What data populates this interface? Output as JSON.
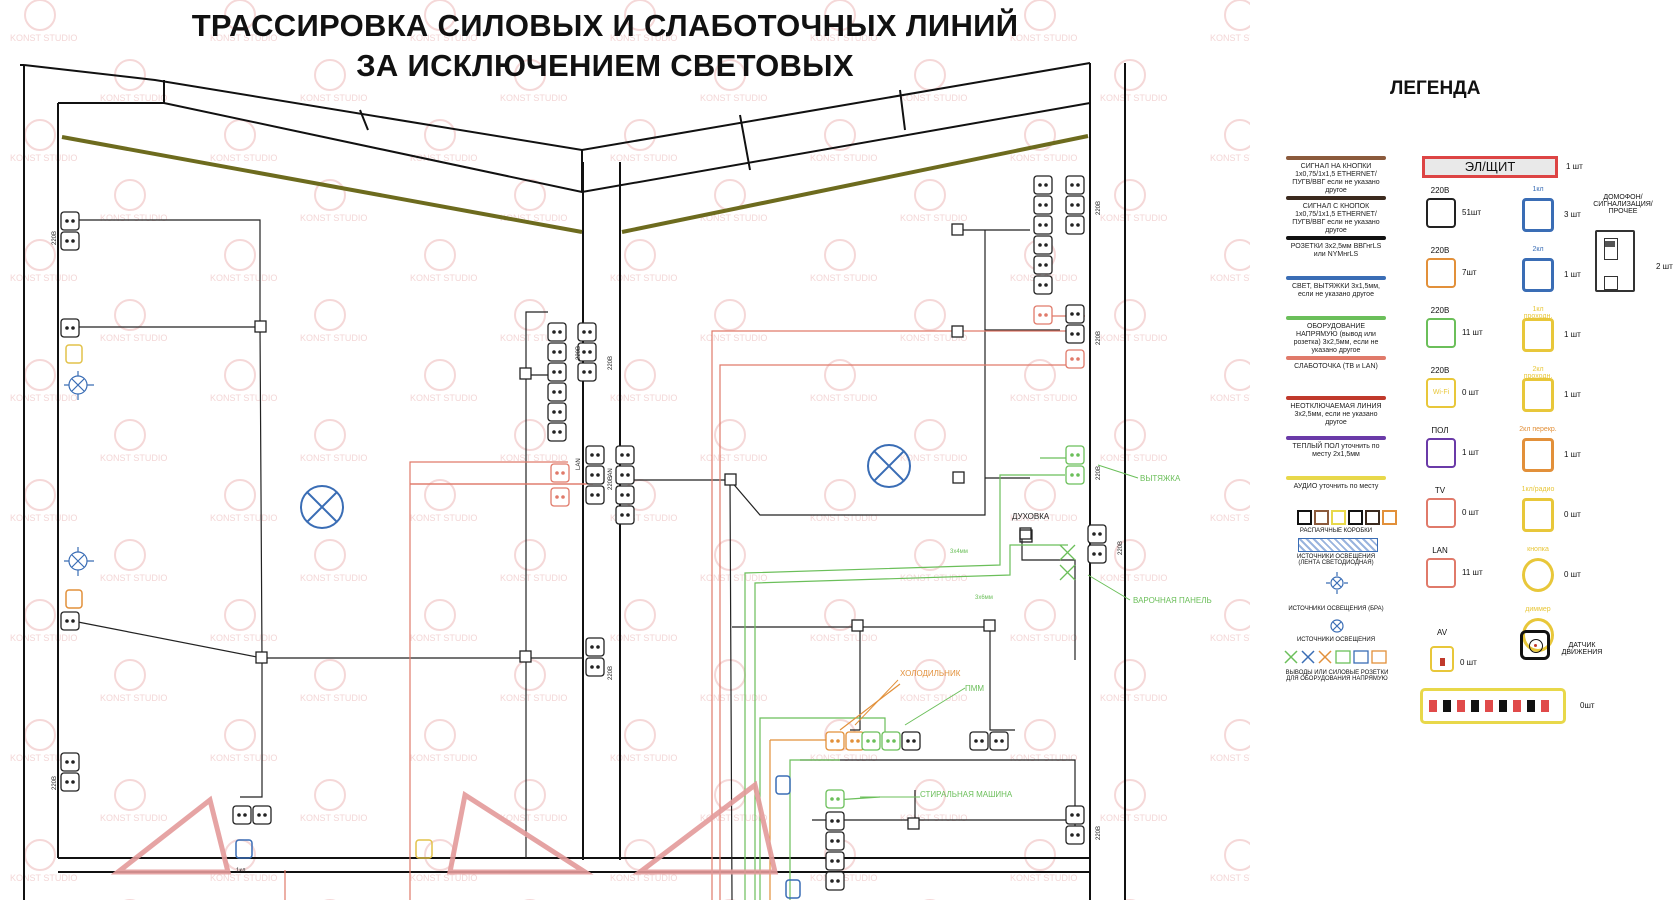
{
  "title": {
    "line1": "ТРАССИРОВКА СИЛОВЫХ И СЛАБОТОЧНЫХ ЛИНИЙ",
    "line2": "ЗА ИСКЛЮЧЕНИЕМ СВЕТОВЫХ"
  },
  "watermark": "KONST STUDIO",
  "colors": {
    "signal_buttons": "#8b5a3c",
    "signal_from_buttons": "#3b2a1e",
    "sockets": "#111111",
    "light": "#3a6db5",
    "equipment": "#6bbf5a",
    "low_current": "#e07a6a",
    "uninterruptible": "#c0392b",
    "floor_heating": "#6a3aa8",
    "audio": "#e8d84a",
    "door": "#e39a9a",
    "olive": "#6d6b1e"
  },
  "plan": {
    "labels": {
      "s220": "220В",
      "lan": "LAN",
      "tv": "TV",
      "hood": "ВЫТЯЖКА",
      "oven": "ДУХОВКА",
      "hob": "ВАРОЧНАЯ ПАНЕЛЬ",
      "fridge": "ХОЛОДИЛЬНИК",
      "dishwasher": "ПММ",
      "washer": "СТИРАЛЬНАЯ МАШИНА",
      "cable1": "3х4мм",
      "cable2": "3х6мм",
      "k1": "1кл"
    }
  },
  "legend": {
    "title": "ЛЕГЕНДА",
    "lines": [
      {
        "color": "#8b5a3c",
        "label": "СИГНАЛ НА КНОПКИ 1х0,75/1х1,5 ETHERNET/ПУГВ/ВВГ если не указано другое"
      },
      {
        "color": "#3b2a1e",
        "label": "СИГНАЛ С КНОПОК 1х0,75/1х1,5 ETHERNET/ПУГВ/ВВГ если не указано другое"
      },
      {
        "color": "#111111",
        "label": "РОЗЕТКИ 3х2,5мм ВВГнгLS или NYMнгLS"
      },
      {
        "color": "#3a6db5",
        "label": "СВЕТ, ВЫТЯЖКИ 3х1,5мм, если не указано другое"
      },
      {
        "color": "#6bbf5a",
        "label": "ОБОРУДОВАНИЕ НАПРЯМУЮ (вывод или розетка) 3х2,5мм, если не указано другое"
      },
      {
        "color": "#e07a6a",
        "label": "СЛАБОТОЧКА (ТВ и LAN)"
      },
      {
        "color": "#c0392b",
        "label": "НЕОТКЛЮЧАЕМАЯ ЛИНИЯ 3х2,5мм, если не указано другое"
      },
      {
        "color": "#6a3aa8",
        "label": "ТЕПЛЫЙ ПОЛ уточнить по месту 2х1,5мм"
      },
      {
        "color": "#e8d84a",
        "label": "АУДИО уточнить по месту"
      }
    ],
    "boxes_label": "РАСПАЯЧНЫЕ КОРОБКИ",
    "strip_label": "ИСТОЧНИКИ ОСВЕЩЕНИЯ (ЛЕНТА СВЕТОДИОДНАЯ)",
    "bra_label": "ИСТОЧНИКИ ОСВЕЩЕНИЯ (БРА)",
    "lamp_label": "ИСТОЧНИКИ ОСВЕЩЕНИЯ",
    "outputs_label": "ВЫВОДЫ ИЛИ СИЛОВЫЕ РОЗЕТКИ ДЛЯ ОБОРУДОВАНИЯ НАПРЯМУЮ",
    "shield": {
      "label": "ЭЛ/ЩИТ",
      "count": "1 шт"
    },
    "sockets": [
      {
        "label": "220В",
        "count": "51шт"
      },
      {
        "label": "220В",
        "count": "7шт"
      },
      {
        "label": "220В",
        "count": "11 шт"
      },
      {
        "label": "220В",
        "sub": "Wi-Fi",
        "count": "0 шт"
      },
      {
        "label": "ПОЛ",
        "count": "1 шт"
      },
      {
        "label": "TV",
        "count": "0 шт"
      },
      {
        "label": "LAN",
        "count": "11 шт"
      }
    ],
    "av": {
      "label": "AV",
      "count": "0 шт"
    },
    "switches": [
      {
        "label": "1кл",
        "count": "3 шт"
      },
      {
        "label": "2кл",
        "count": "1 шт"
      },
      {
        "label": "1кл проходн.",
        "count": "1 шт"
      },
      {
        "label": "2кл проходн.",
        "count": "1 шт"
      },
      {
        "label": "2кл перекр.",
        "count": "1 шт"
      },
      {
        "label": "1кл/радио",
        "count": "0 шт"
      },
      {
        "label": "кнопка",
        "count": "0 шт"
      },
      {
        "label": "диммер",
        "count": ""
      }
    ],
    "intercom": {
      "label": "ДОМОФОН/ СИГНАЛИЗАЦИЯ/ ПРОЧЕЕ",
      "count": "2 шт"
    },
    "motion": {
      "label": "ДАТЧИК ДВИЖЕНИЯ"
    },
    "block_count": "0шт"
  }
}
